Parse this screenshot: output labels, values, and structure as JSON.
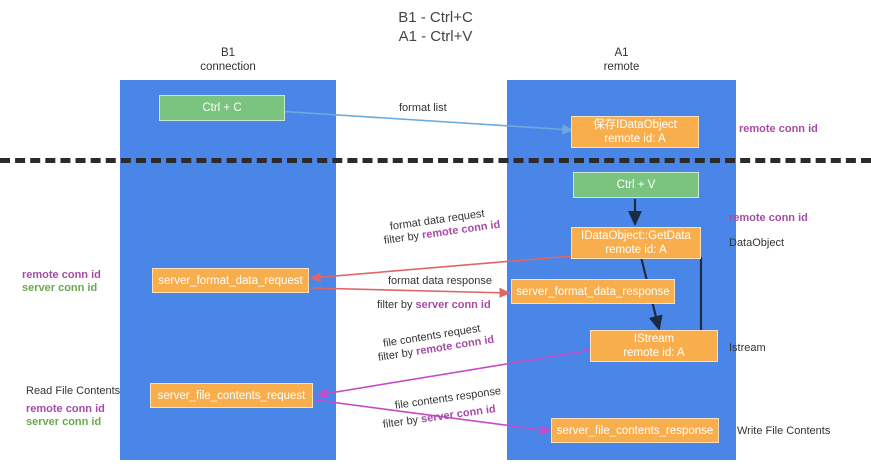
{
  "title": {
    "line1": "B1 - Ctrl+C",
    "line2": "A1 - Ctrl+V"
  },
  "lanes": [
    {
      "id": "b1",
      "name": "B1",
      "subtitle": "connection"
    },
    {
      "id": "a1",
      "name": "A1",
      "subtitle": "remote"
    }
  ],
  "boxes": {
    "ctrl_c": {
      "line1": "Ctrl + C",
      "line2": ""
    },
    "save_idataobject": {
      "line1": "保存IDataObject",
      "line2": "remote id: A"
    },
    "ctrl_v": {
      "line1": "Ctrl + V",
      "line2": ""
    },
    "idataobject_getdata": {
      "line1": "IDataObject::GetData",
      "line2": "remote id: A"
    },
    "server_format_data_request": {
      "line1": "server_format_data_request",
      "line2": ""
    },
    "server_format_data_response": {
      "line1": "server_format_data_response",
      "line2": ""
    },
    "istream": {
      "line1": "IStream",
      "line2": "remote id: A"
    },
    "server_file_contents_request": {
      "line1": "server_file_contents_request",
      "line2": ""
    },
    "server_file_contents_response": {
      "line1": "server_file_contents_response",
      "line2": ""
    }
  },
  "edge_labels": {
    "format_list": "format list",
    "format_data_request": "format data request",
    "format_data_request_filter_prefix": "filter by ",
    "format_data_request_filter_key": "remote conn id",
    "format_data_response": "format data response",
    "format_data_response_filter_prefix": "filter by ",
    "format_data_response_filter_key": "server conn id",
    "file_contents_request": "file contents request",
    "file_contents_request_filter_prefix": "filter by ",
    "file_contents_request_filter_key": "remote conn id",
    "file_contents_response": "file contents response",
    "file_contents_response_filter_prefix": "filter by ",
    "file_contents_response_filter_key": "server conn id"
  },
  "annotations": {
    "right_remote_conn_id_top": "remote conn id",
    "right_remote_conn_id_mid": "remote conn id",
    "right_dataobject": "DataObject",
    "right_istream": "Istream",
    "right_write_file_contents": "Write File Contents",
    "left_remote_conn_id_mid": "remote conn id",
    "left_server_conn_id_mid": "server conn id",
    "left_read_file_contents": "Read File Contents",
    "left_remote_conn_id_bottom": "remote conn id",
    "left_server_conn_id_bottom": "server conn id"
  },
  "colors": {
    "lane": "#4a86e8",
    "green_box": "#7bc47f",
    "orange_box": "#f9ae4d",
    "remote_conn_id": "#a64ca6",
    "server_conn_id": "#6aa84f",
    "arrow_light_blue": "#6fa8dc",
    "arrow_red": "#e06666",
    "arrow_magenta": "#c64bc6",
    "arrow_dark": "#1c2a44",
    "divider": "#2b2b2b"
  }
}
